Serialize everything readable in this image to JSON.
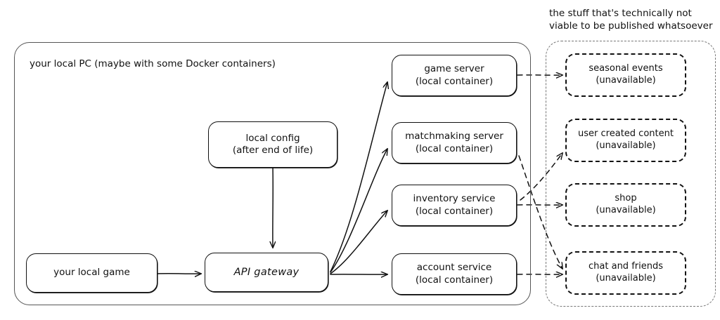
{
  "diagram": {
    "title_caption_right": "the stuff that's technically not\nviable to be published whatsoever",
    "groups": {
      "local_pc": {
        "label": "your local PC (maybe with some Docker containers)",
        "style": "solid-rounded"
      },
      "unpublishable": {
        "label": "the stuff that's technically not viable to be published whatsoever",
        "style": "dashed-rounded"
      }
    },
    "nodes": {
      "local_game": {
        "label": "your local game",
        "style": "solid"
      },
      "api_gateway": {
        "label": "API gateway",
        "style": "solid-italic"
      },
      "local_config": {
        "label": "local config\n(after end of life)",
        "style": "solid"
      },
      "game_server": {
        "label": "game server\n(local container)",
        "style": "solid"
      },
      "matchmaking_server": {
        "label": "matchmaking server\n(local container)",
        "style": "solid"
      },
      "inventory_service": {
        "label": "inventory service\n(local container)",
        "style": "solid"
      },
      "account_service": {
        "label": "account service\n(local container)",
        "style": "solid"
      },
      "seasonal_events": {
        "label": "seasonal events\n(unavailable)",
        "style": "dashed"
      },
      "user_created_content": {
        "label": "user created content\n(unavailable)",
        "style": "dashed"
      },
      "shop": {
        "label": "shop\n(unavailable)",
        "style": "dashed"
      },
      "chat_and_friends": {
        "label": "chat and friends\n(unavailable)",
        "style": "dashed"
      }
    },
    "edges": [
      {
        "from": "local_game",
        "to": "api_gateway",
        "style": "solid-arrow"
      },
      {
        "from": "local_config",
        "to": "api_gateway",
        "style": "solid-arrow"
      },
      {
        "from": "api_gateway",
        "to": "game_server",
        "style": "solid-arrow"
      },
      {
        "from": "api_gateway",
        "to": "matchmaking_server",
        "style": "solid-arrow"
      },
      {
        "from": "api_gateway",
        "to": "inventory_service",
        "style": "solid-arrow"
      },
      {
        "from": "api_gateway",
        "to": "account_service",
        "style": "solid-arrow"
      },
      {
        "from": "game_server",
        "to": "seasonal_events",
        "style": "dashed-arrow"
      },
      {
        "from": "inventory_service",
        "to": "user_created_content",
        "style": "dashed-arrow"
      },
      {
        "from": "inventory_service",
        "to": "shop",
        "style": "dashed-arrow"
      },
      {
        "from": "matchmaking_server",
        "to": "chat_and_friends",
        "style": "dashed-arrow"
      },
      {
        "from": "account_service",
        "to": "chat_and_friends",
        "style": "dashed-arrow"
      }
    ],
    "colors": {
      "ink": "#111111",
      "group_solid_stroke": "#555555",
      "group_dashed_stroke": "#777777",
      "background": "#ffffff"
    }
  }
}
